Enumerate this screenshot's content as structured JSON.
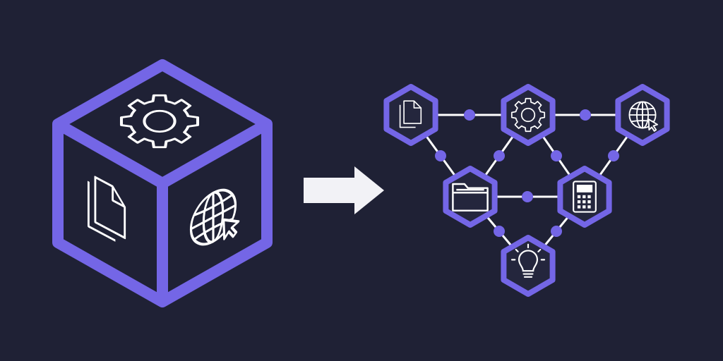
{
  "colors": {
    "background": "#1f2135",
    "accent": "#7466e6",
    "accent_dark": "#5b4fd1",
    "stroke": "#ffffff",
    "hex_fill": "#24263d",
    "arrow": "#f2f2f6"
  },
  "cube": {
    "top_icon": "gear-icon",
    "left_icon": "documents-icon",
    "right_icon": "globe-cursor-icon"
  },
  "flow_arrow": "right-arrow-icon",
  "network": {
    "nodes": [
      {
        "id": "docs",
        "icon": "documents-icon"
      },
      {
        "id": "gear",
        "icon": "gear-icon"
      },
      {
        "id": "globe",
        "icon": "globe-cursor-icon"
      },
      {
        "id": "folder",
        "icon": "folder-icon"
      },
      {
        "id": "calc",
        "icon": "calculator-icon"
      },
      {
        "id": "bulb",
        "icon": "lightbulb-icon"
      }
    ],
    "edges": [
      [
        "docs",
        "gear"
      ],
      [
        "gear",
        "globe"
      ],
      [
        "docs",
        "folder"
      ],
      [
        "gear",
        "folder"
      ],
      [
        "gear",
        "calc"
      ],
      [
        "globe",
        "calc"
      ],
      [
        "folder",
        "calc"
      ],
      [
        "folder",
        "bulb"
      ],
      [
        "calc",
        "bulb"
      ]
    ]
  }
}
